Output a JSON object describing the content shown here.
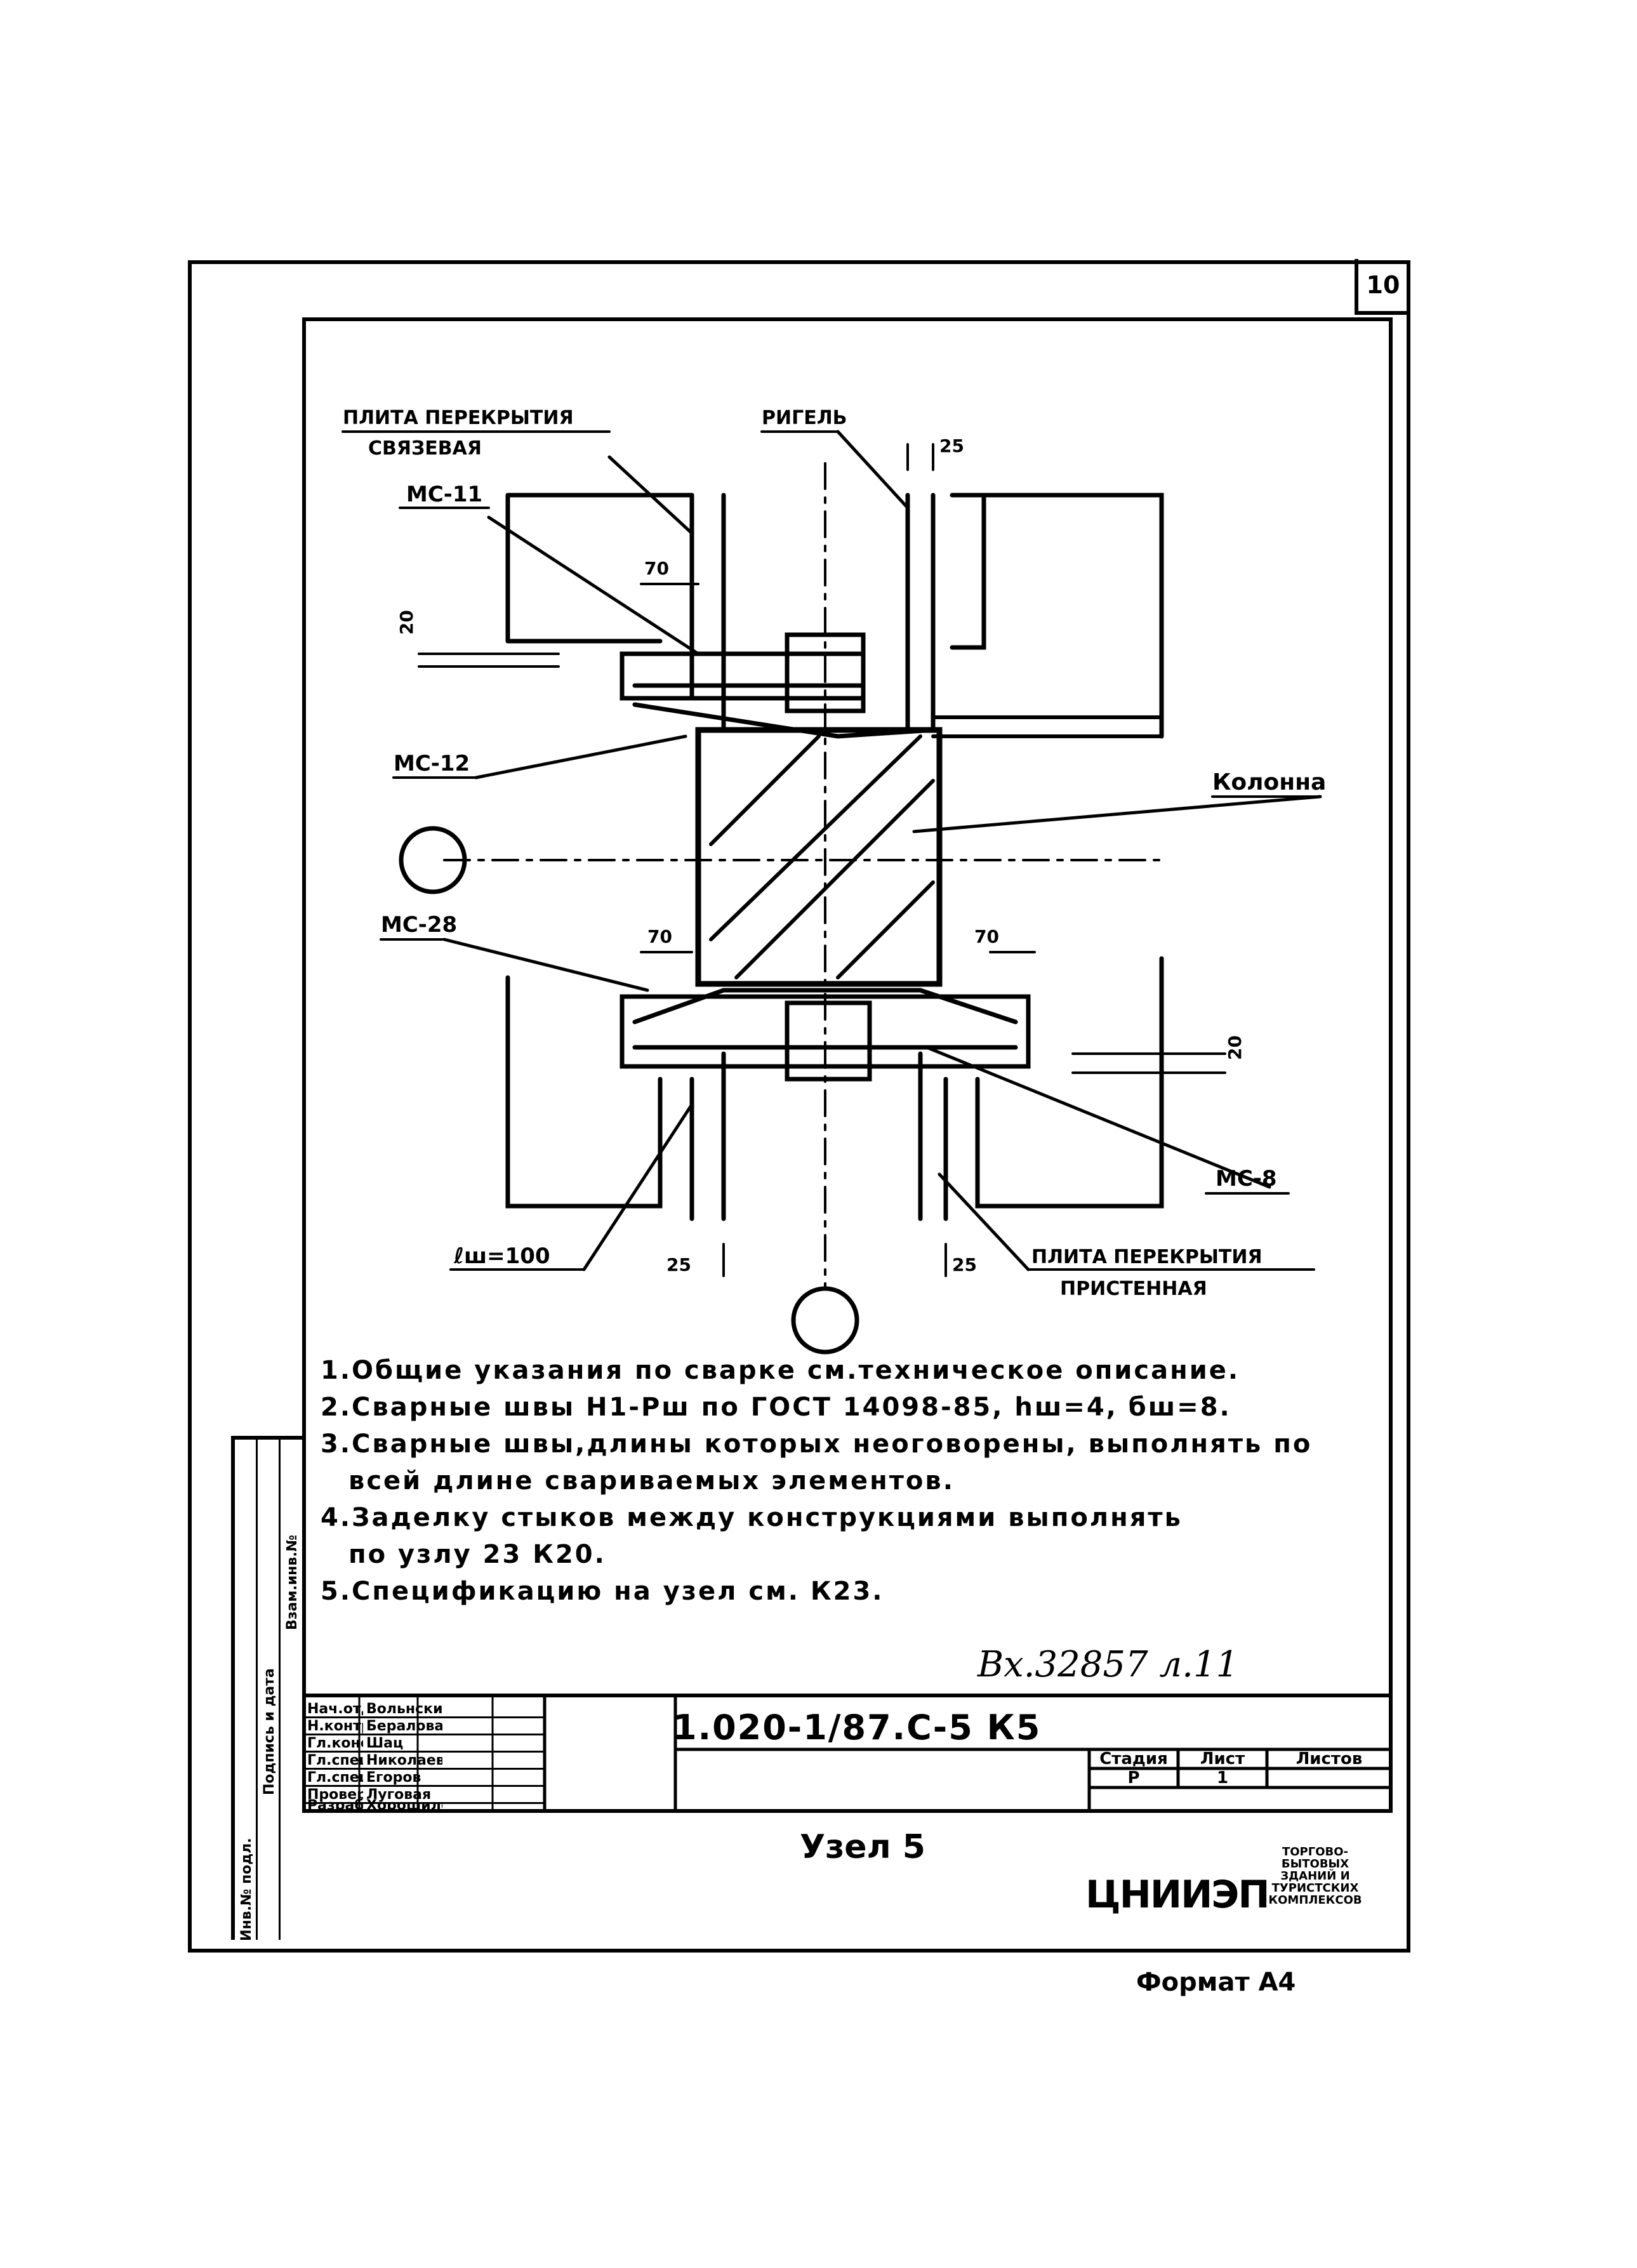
{
  "sheet_number": "10",
  "labels": {
    "plate_tie_l1": "ПЛИТА ПЕРЕКРЫТИЯ",
    "plate_tie_l2": "СВЯЗЕВАЯ",
    "rigel": "РИГЕЛЬ",
    "mc11": "МС-11",
    "mc12": "МС-12",
    "mc28": "МС-28",
    "mc8": "МС-8",
    "column": "Колонна",
    "plate_wall_l1": "ПЛИТА ПЕРЕКРЫТИЯ",
    "plate_wall_l2": "ПРИСТЕННАЯ",
    "lsh": "ℓш=100",
    "dim25_top": "25",
    "dim70_top": "70",
    "dim20_top": "20",
    "dim70_bl": "70",
    "dim70_br": "70",
    "dim20_right": "20",
    "dim25_bl": "25",
    "dim25_br": "25"
  },
  "notes": [
    "1.Общие указания по сварке см.техническое описание.",
    "2.Сварные швы Н1-Рш по ГОСТ 14098-85, hш=4, бш=8.",
    "3.Сварные швы,длины которых неоговорены, выполнять по",
    "всей длине свариваемых элементов.",
    "4.Заделку стыков между конструкциями выполнять",
    "по узлу 23 К20.",
    "5.Спецификацию на узел см. К23."
  ],
  "archive_number": "Вх.32857 л.11",
  "stamp": {
    "doc_code": "1.020-1/87.С-5  К5",
    "title": "Узел 5",
    "stage_hdr": "Стадия",
    "sheet_hdr": "Лист",
    "sheets_hdr": "Листов",
    "stage_val": "Р",
    "sheet_val": "1",
    "org": "ЦНИИЭП",
    "org_desc": "ТОРГОВО-БЫТОВЫХ ЗДАНИЙ И ТУРИСТСКИХ КОМПЛЕКСОВ",
    "signatories": [
      {
        "role": "Нач.отд.",
        "name": "Вольнский"
      },
      {
        "role": "Н.контр.",
        "name": "Бералова"
      },
      {
        "role": "Гл.конс.",
        "name": "Шац"
      },
      {
        "role": "Гл.спец.",
        "name": "Николаева"
      },
      {
        "role": "Гл.спец.",
        "name": "Егоров"
      },
      {
        "role": "Провер.",
        "name": "Луговая"
      },
      {
        "role": "Разраб.",
        "name": "Хорошилова"
      }
    ]
  },
  "side_strip": [
    "Инв.№ подл.",
    "Подпись и дата",
    "Взам.инв.№"
  ],
  "format": "Формат А4"
}
